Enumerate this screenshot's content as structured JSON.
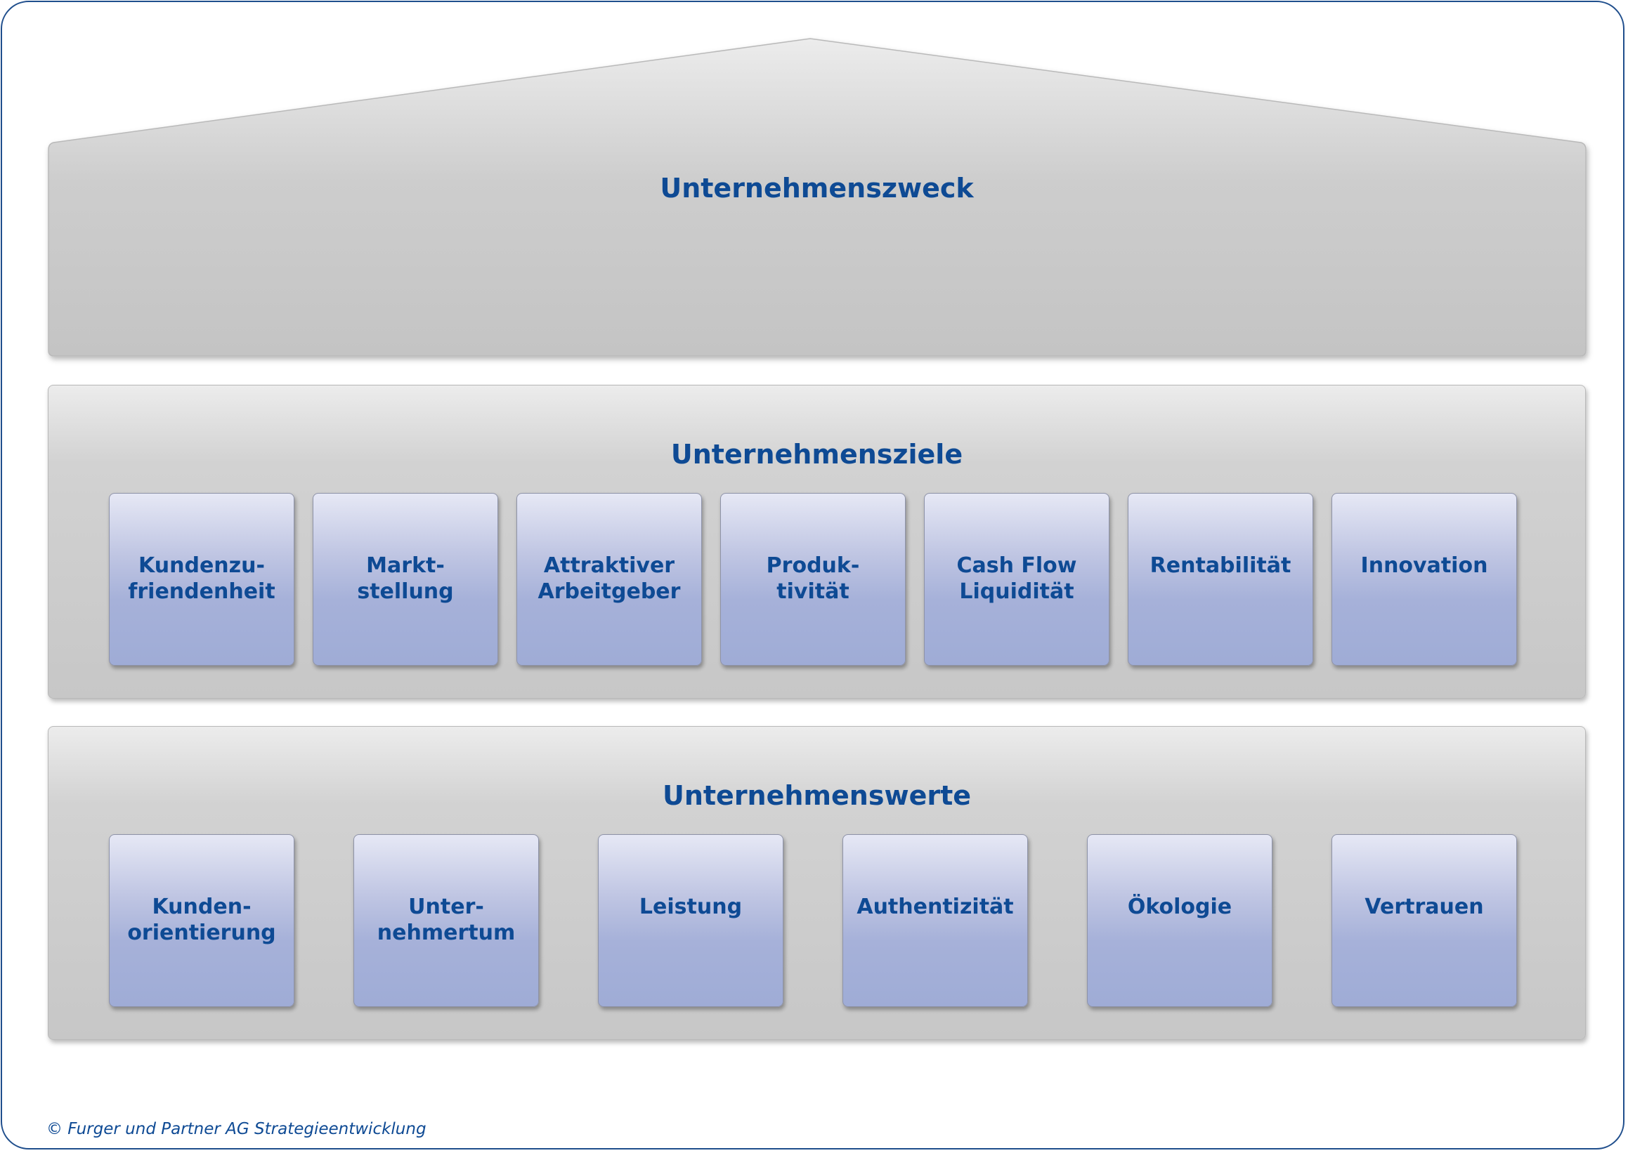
{
  "roof": {
    "title": "Unternehmenszweck"
  },
  "ziele": {
    "title": "Unternehmensziele",
    "tiles": [
      "Kundenzu-\nfriendenheit",
      "Markt-\nstellung",
      "Attraktiver\nArbeitgeber",
      "Produk-\ntivität",
      "Cash Flow\nLiquidität",
      "Rentabilität",
      "Innovation"
    ]
  },
  "werte": {
    "title": "Unternehmenswerte",
    "tiles": [
      "Kunden-\norientierung",
      "Unter-\nnehmertum",
      "Leistung",
      "Authentizität",
      "Ökologie",
      "Vertrauen"
    ]
  },
  "footer": {
    "copyright": "© Furger und Partner AG Strategieentwicklung"
  },
  "colors": {
    "text": "#0e4a94",
    "frame": "#1f4e8c",
    "band": "#c7c7c7",
    "tile": "#a6b1d9"
  }
}
